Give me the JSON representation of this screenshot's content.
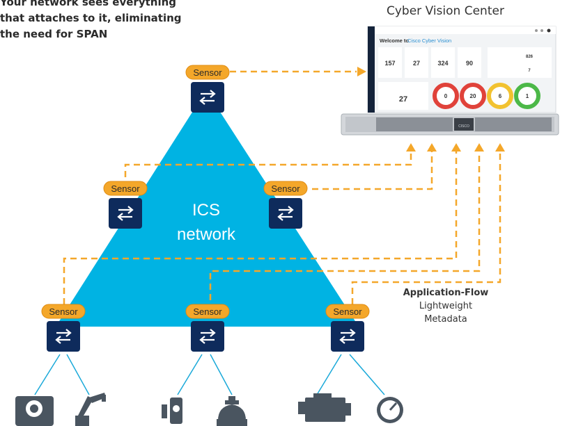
{
  "intro": {
    "line1": "Your network sees everything",
    "line2": "that attaches to it, eliminating",
    "line3": "the need for SPAN"
  },
  "center": {
    "title": "Cyber Vision Center",
    "dashboard": {
      "welcome_prefix": "Welcome to",
      "welcome_brand": "Cisco Cyber Vision",
      "stats": [
        "157",
        "27",
        "324",
        "90"
      ],
      "side_stats": [
        "826",
        "7"
      ],
      "events_count": "27",
      "rings": [
        {
          "value": "0",
          "color": "#e0423a"
        },
        {
          "value": "20",
          "color": "#e0423a"
        },
        {
          "value": "6",
          "color": "#f2c230"
        },
        {
          "value": "1",
          "color": "#4cb848"
        }
      ]
    },
    "appliance_brand": "CISCO"
  },
  "network": {
    "label_line1": "ICS",
    "label_line2": "network"
  },
  "sensor_label": "Sensor",
  "flow": {
    "title": "Application-Flow",
    "line1": "Lightweight",
    "line2": "Metadata"
  },
  "colors": {
    "triangle": "#00b3e3",
    "switch": "#0e2b5c",
    "sensor": "#f4a72a",
    "dash": "#f4a72a",
    "endpoint": "#4a5560"
  },
  "endpoint_icons": [
    "pump-icon",
    "robot-arm-icon",
    "valve-icon",
    "tank-icon",
    "engine-icon",
    "gauge-icon"
  ]
}
